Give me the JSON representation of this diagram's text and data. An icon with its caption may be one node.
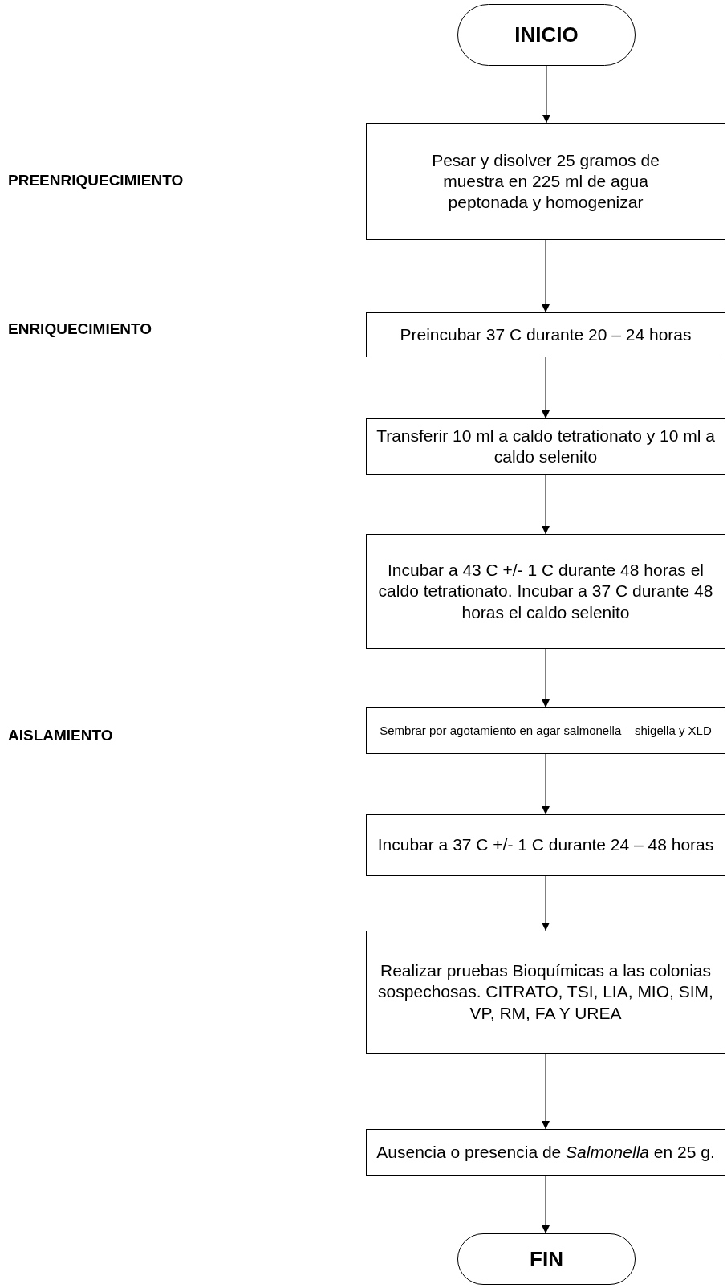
{
  "diagram": {
    "nodes": [
      {
        "text": [
          "INICIO"
        ]
      },
      {
        "text": [
          "Pesar y disolver 25 gramos de muestra en 225 ml de agua peptonada y homogenizar"
        ]
      },
      {
        "text": [
          "Preincubar 37 C durante 20 – 24 horas"
        ]
      },
      {
        "text": [
          "Transferir 10 ml a caldo tetrationato y 10 ml a caldo selenito"
        ]
      },
      {
        "text": [
          "Incubar a 43 C +/- 1 C durante 48 horas el caldo tetrationato. Incubar a 37 C durante 48 horas el caldo selenito"
        ]
      },
      {
        "text": [
          "Sembrar por agotamiento en agar salmonella – shigella y XLD"
        ]
      },
      {
        "text": [
          "Incubar a 37 C +/- 1 C durante 24 – 48 horas"
        ]
      },
      {
        "text": [
          "Realizar pruebas Bioquímicas a las colonias sospechosas. CITRATO, TSI, LIA, MIO, SIM, VP, RM, FA Y UREA"
        ]
      },
      {
        "text": [
          "Ausencia o presencia de *Salmonella* en 25 g."
        ]
      },
      {
        "text": [
          "FIN"
        ]
      }
    ],
    "edges": [
      {
        "from": 0,
        "to": 1,
        "arrow": "to"
      },
      {
        "from": 1,
        "to": 2,
        "arrow": "to"
      },
      {
        "from": 2,
        "to": 3,
        "arrow": "to"
      },
      {
        "from": 3,
        "to": 4,
        "arrow": "to"
      },
      {
        "from": 4,
        "to": 5,
        "arrow": "to"
      },
      {
        "from": 5,
        "to": 6,
        "arrow": "to"
      },
      {
        "from": 6,
        "to": 7,
        "arrow": "to"
      },
      {
        "from": 7,
        "to": 8,
        "arrow": "to"
      },
      {
        "from": 8,
        "to": 9,
        "arrow": "to"
      }
    ],
    "labels": [
      "PREENRIQUECIMIENTO",
      "ENRIQUECIMIENTO",
      "AISLAMIENTO"
    ]
  }
}
